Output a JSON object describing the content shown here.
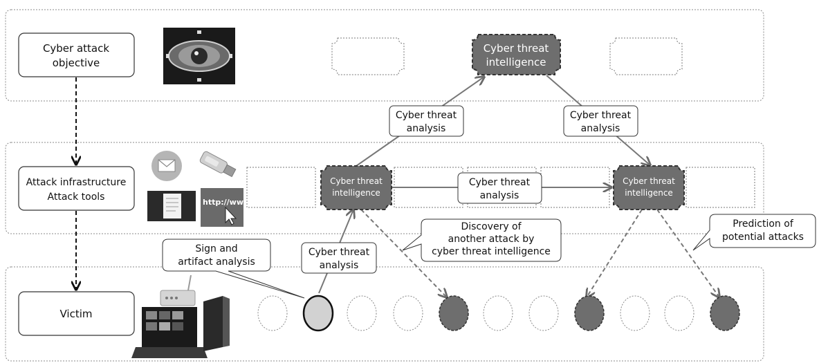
{
  "layers": {
    "top": {
      "label_line1": "Cyber attack",
      "label_line2": "objective",
      "icon": "eye-icon"
    },
    "middle": {
      "label_line1": "Attack infrastructure",
      "label_line2": "Attack tools",
      "icons": [
        "email-icon",
        "usb-drive-icon",
        "document-window-icon",
        "url-pointer-icon"
      ]
    },
    "bottom": {
      "label": "Victim",
      "icons": [
        "router-icon",
        "laptop-icon",
        "pc-tower-icon"
      ]
    }
  },
  "intelligence": {
    "top_line1": "Cyber threat",
    "top_line2": "intelligence",
    "mid_line1": "Cyber threat",
    "mid_line2": "intelligence"
  },
  "analysis": {
    "line1": "Cyber threat",
    "line2": "analysis"
  },
  "callouts": {
    "sign_line1": "Sign and",
    "sign_line2": "artifact analysis",
    "discovery_line1": "Discovery of",
    "discovery_line2": "another attack by",
    "discovery_line3": "cyber threat intelligence",
    "prediction_line1": "Prediction of",
    "prediction_line2": "potential attacks"
  },
  "colors": {
    "intel_fill": "#6e6e6e",
    "victim_highlight": "#d2d2d2",
    "detected_fill": "#6e6e6e",
    "arrow": "#777777"
  }
}
